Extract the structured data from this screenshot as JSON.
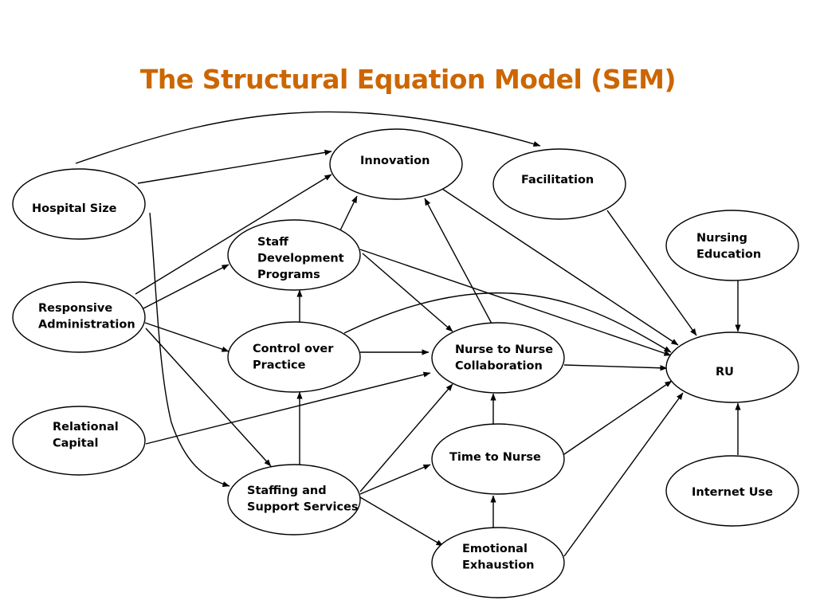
{
  "title": "The Structural Equation Model (SEM)",
  "colors": {
    "title": "#cc6600",
    "stroke": "#000000",
    "background": "#ffffff"
  },
  "nodes": {
    "hospital_size": [
      "Hospital Size"
    ],
    "responsive_admin": [
      "Responsive",
      "Administration"
    ],
    "relational_capital": [
      "Relational",
      "Capital"
    ],
    "innovation": [
      "Innovation"
    ],
    "facilitation": [
      "Facilitation"
    ],
    "staff_dev": [
      "Staff",
      "Development",
      "Programs"
    ],
    "control_practice": [
      "Control over",
      "Practice"
    ],
    "staffing_support": [
      "Staffing and",
      "Support Services"
    ],
    "nurse_collab": [
      "Nurse to Nurse",
      "Collaboration"
    ],
    "time_to_nurse": [
      "Time to Nurse"
    ],
    "emotional_exhaustion": [
      "Emotional",
      "Exhaustion"
    ],
    "nursing_education": [
      "Nursing",
      "Education"
    ],
    "ru": [
      "RU"
    ],
    "internet_use": [
      "Internet Use"
    ]
  },
  "edges": [
    [
      "hospital_size",
      "facilitation"
    ],
    [
      "hospital_size",
      "innovation"
    ],
    [
      "hospital_size",
      "staffing_support"
    ],
    [
      "responsive_admin",
      "innovation"
    ],
    [
      "responsive_admin",
      "staff_dev"
    ],
    [
      "responsive_admin",
      "control_practice"
    ],
    [
      "responsive_admin",
      "staffing_support"
    ],
    [
      "staff_dev",
      "innovation"
    ],
    [
      "staff_dev",
      "nurse_collab"
    ],
    [
      "staff_dev",
      "ru"
    ],
    [
      "control_practice",
      "staff_dev"
    ],
    [
      "control_practice",
      "nurse_collab"
    ],
    [
      "control_practice",
      "ru"
    ],
    [
      "staffing_support",
      "control_practice"
    ],
    [
      "staffing_support",
      "nurse_collab"
    ],
    [
      "staffing_support",
      "time_to_nurse"
    ],
    [
      "staffing_support",
      "emotional_exhaustion"
    ],
    [
      "relational_capital",
      "nurse_collab"
    ],
    [
      "innovation",
      "ru"
    ],
    [
      "facilitation",
      "ru"
    ],
    [
      "nurse_collab",
      "innovation"
    ],
    [
      "nurse_collab",
      "ru"
    ],
    [
      "time_to_nurse",
      "nurse_collab"
    ],
    [
      "time_to_nurse",
      "ru"
    ],
    [
      "emotional_exhaustion",
      "time_to_nurse"
    ],
    [
      "emotional_exhaustion",
      "ru"
    ],
    [
      "nursing_education",
      "ru"
    ],
    [
      "internet_use",
      "ru"
    ]
  ]
}
